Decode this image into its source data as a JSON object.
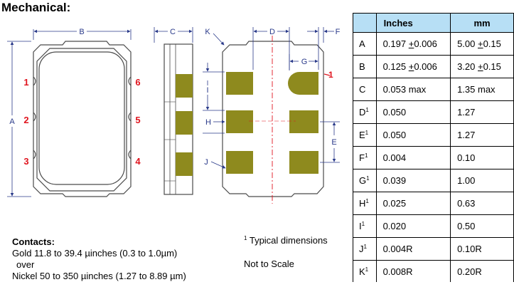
{
  "title": "Mechanical:",
  "pad_labels": [
    "1",
    "2",
    "3",
    "4",
    "5",
    "6"
  ],
  "dim_labels": {
    "a": "A",
    "b": "B",
    "c": "C",
    "d": "D",
    "e": "E",
    "f": "F",
    "g": "G",
    "h": "H",
    "i": "I",
    "j": "J",
    "k": "K"
  },
  "pad1_marker": "1",
  "contacts": {
    "heading": "Contacts:",
    "line1": "Gold   11.8 to 39.4 µinches (0.3 to 1.0µm)",
    "line2": "over",
    "line3": "Nickel 50 to 350 µinches (1.27 to 8.89 µm)"
  },
  "notes": {
    "typical_mark": "1",
    "typical": "Typical dimensions",
    "scale": "Not to Scale"
  },
  "table": {
    "headers": [
      "",
      "Inches",
      "mm"
    ],
    "rows": [
      {
        "param": "A",
        "mark": "",
        "inch": "0.197 ",
        "inch_tol": "+",
        "inch_rest": "0.006",
        "mm": "5.00 ",
        "mm_tol": "+",
        "mm_rest": "0.15"
      },
      {
        "param": "B",
        "mark": "",
        "inch": "0.125 ",
        "inch_tol": "+",
        "inch_rest": "0.006",
        "mm": "3.20 ",
        "mm_tol": "+",
        "mm_rest": "0.15"
      },
      {
        "param": "C",
        "mark": "",
        "inch": "0.053 max",
        "inch_tol": "",
        "inch_rest": "",
        "mm": "1.35 max",
        "mm_tol": "",
        "mm_rest": ""
      },
      {
        "param": "D",
        "mark": "1",
        "inch": "0.050",
        "inch_tol": "",
        "inch_rest": "",
        "mm": "1.27",
        "mm_tol": "",
        "mm_rest": ""
      },
      {
        "param": "E",
        "mark": "1",
        "inch": "0.050",
        "inch_tol": "",
        "inch_rest": "",
        "mm": "1.27",
        "mm_tol": "",
        "mm_rest": ""
      },
      {
        "param": "F",
        "mark": "1",
        "inch": "0.004",
        "inch_tol": "",
        "inch_rest": "",
        "mm": "0.10",
        "mm_tol": "",
        "mm_rest": ""
      },
      {
        "param": "G",
        "mark": "1",
        "inch": "0.039",
        "inch_tol": "",
        "inch_rest": "",
        "mm": "1.00",
        "mm_tol": "",
        "mm_rest": ""
      },
      {
        "param": "H",
        "mark": "1",
        "inch": "0.025",
        "inch_tol": "",
        "inch_rest": "",
        "mm": "0.63",
        "mm_tol": "",
        "mm_rest": ""
      },
      {
        "param": "I",
        "mark": "1",
        "inch": "0.020",
        "inch_tol": "",
        "inch_rest": "",
        "mm": "0.50",
        "mm_tol": "",
        "mm_rest": ""
      },
      {
        "param": "J",
        "mark": "1",
        "inch": "0.004R",
        "inch_tol": "",
        "inch_rest": "",
        "mm": "0.10R",
        "mm_tol": "",
        "mm_rest": ""
      },
      {
        "param": "K",
        "mark": "1",
        "inch": "0.008R",
        "inch_tol": "",
        "inch_rest": "",
        "mm": "0.20R",
        "mm_tol": "",
        "mm_rest": ""
      }
    ]
  },
  "colors": {
    "pad": "#8e8a1e",
    "pin_label": "#e0141e",
    "outline": "#4a4a4a",
    "dim_line": "#2a3a8a",
    "center_line": "#e0141e",
    "header_bg": "#b7dff5"
  }
}
